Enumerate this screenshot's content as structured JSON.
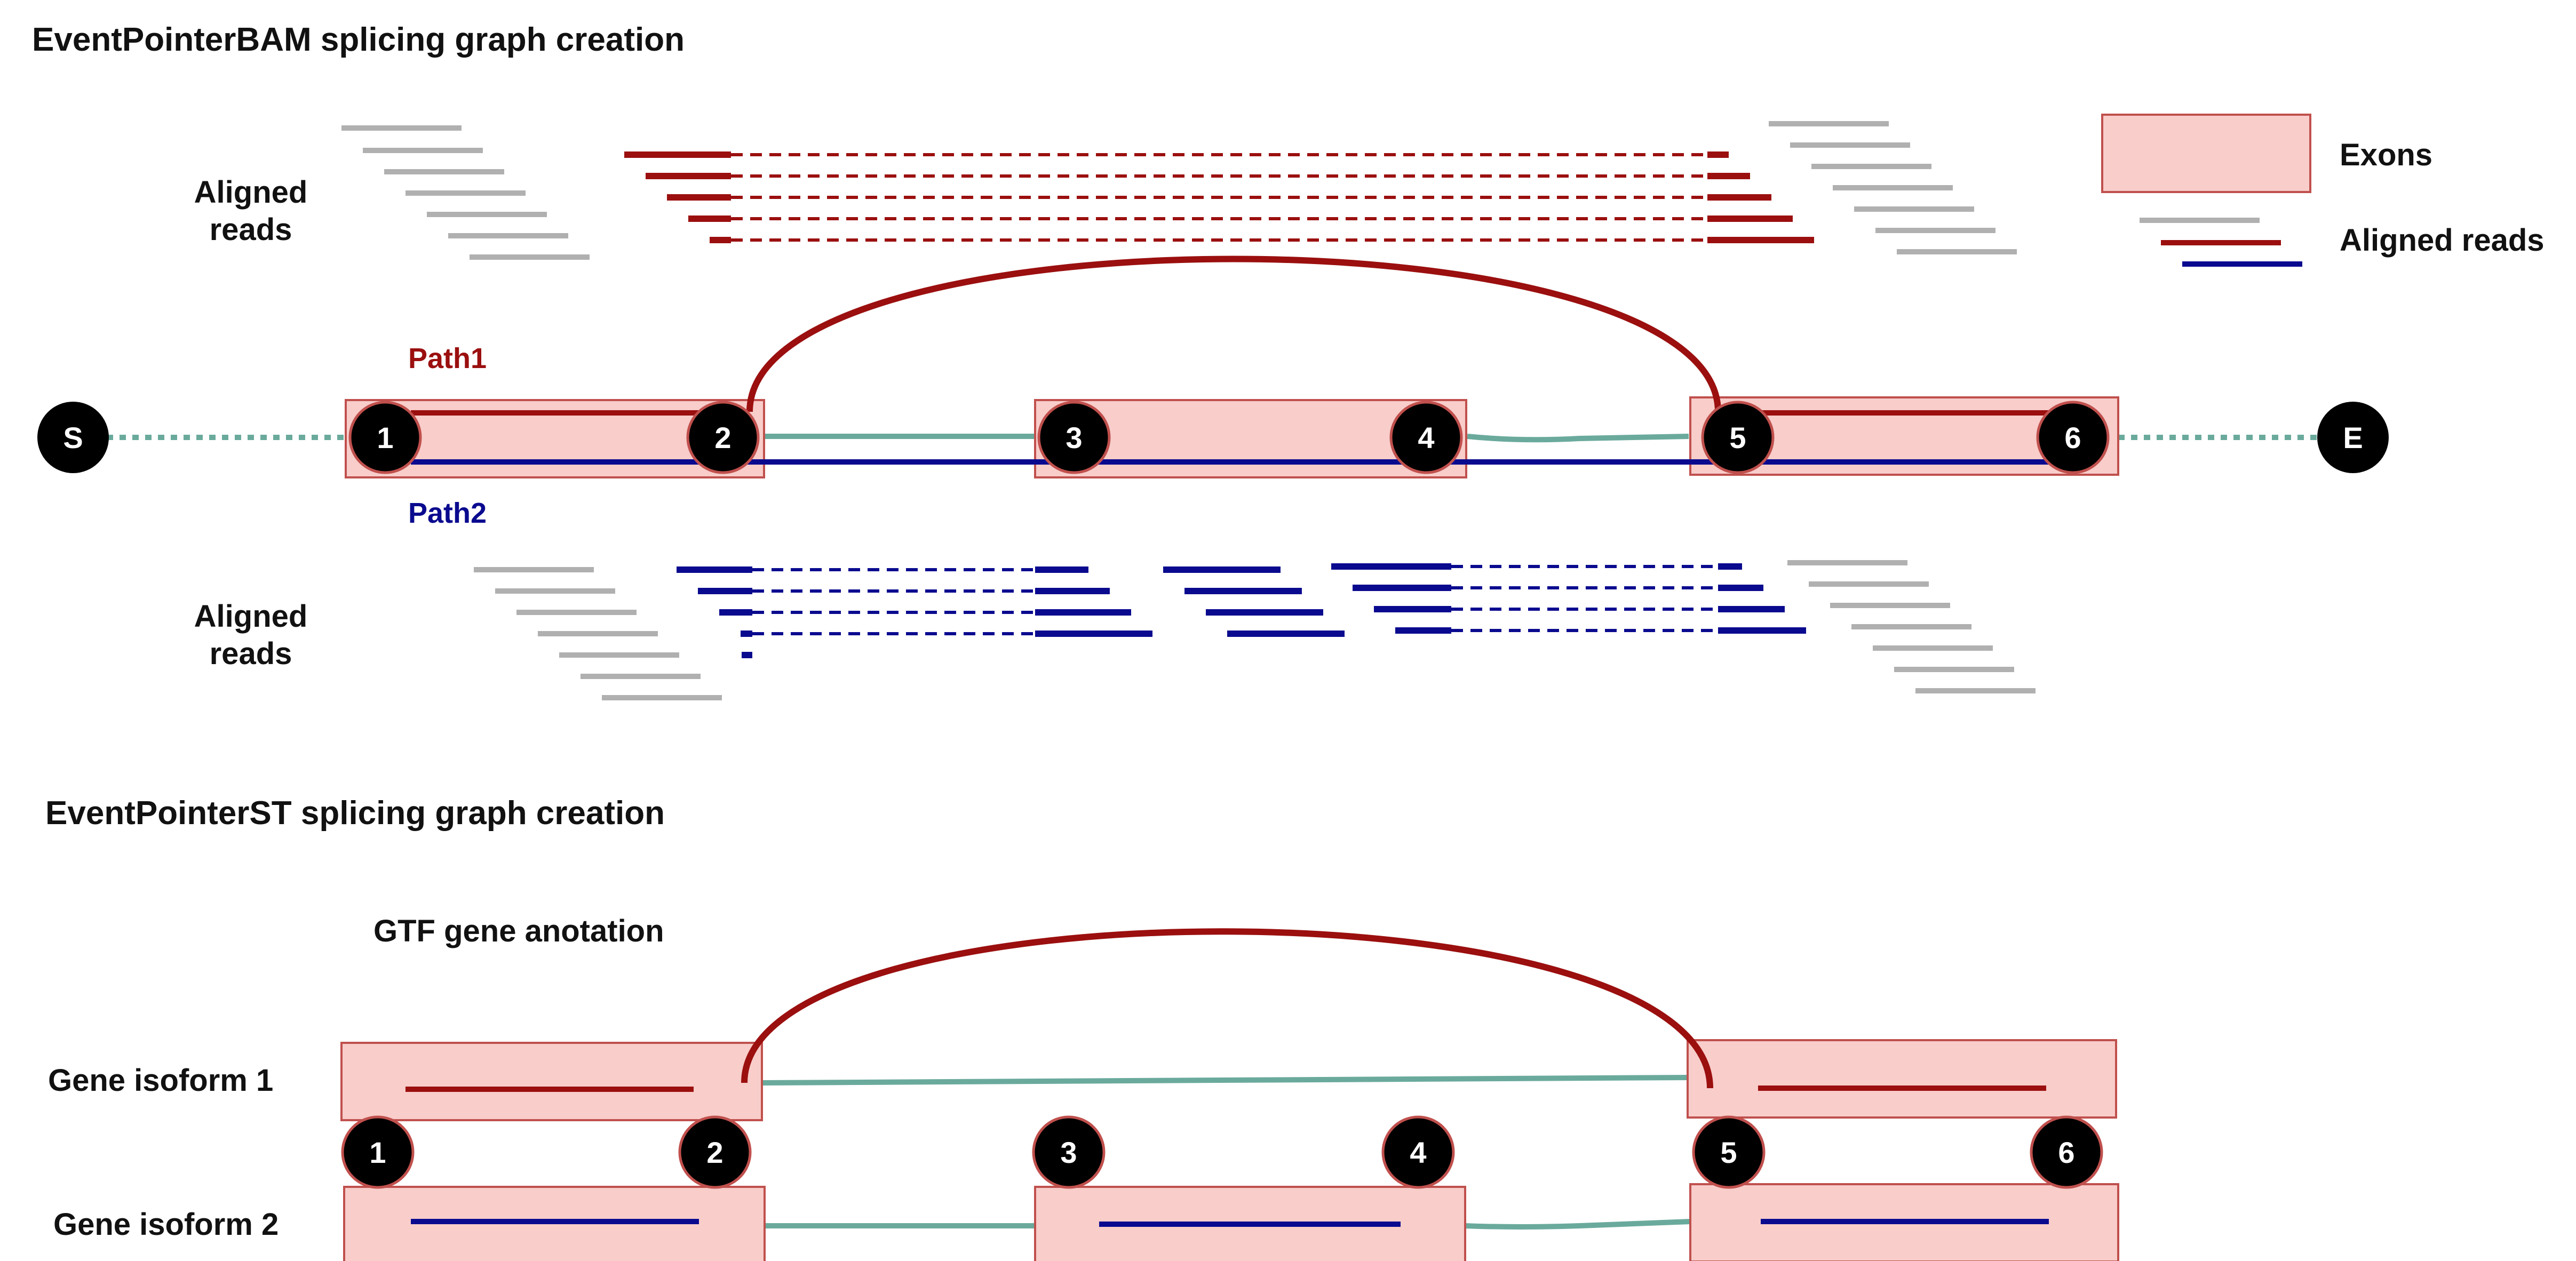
{
  "bam": {
    "title": "EventPointerBAM splicing graph creation",
    "reads_label_top": [
      "Aligned",
      "reads"
    ],
    "reads_label_bottom": [
      "Aligned",
      "reads"
    ],
    "path1": "Path1",
    "path2": "Path2",
    "start_node": "S",
    "end_node": "E"
  },
  "st": {
    "title": "EventPointerST splicing graph creation",
    "annotation_label": "GTF gene anotation",
    "isoform1": "Gene isoform 1",
    "isoform2": "Gene isoform 2"
  },
  "nodes": [
    "1",
    "2",
    "3",
    "4",
    "5",
    "6"
  ],
  "legend": {
    "exons": "Exons",
    "aligned_reads": "Aligned reads"
  },
  "colors": {
    "exon_fill": "#f8cdca",
    "exon_border": "#c0504d",
    "path1": "#9b0f0f",
    "path2": "#0a0a8f",
    "reads_gray": "#b0b0b0",
    "junction": "#6aaa9c",
    "node": "#000000"
  }
}
